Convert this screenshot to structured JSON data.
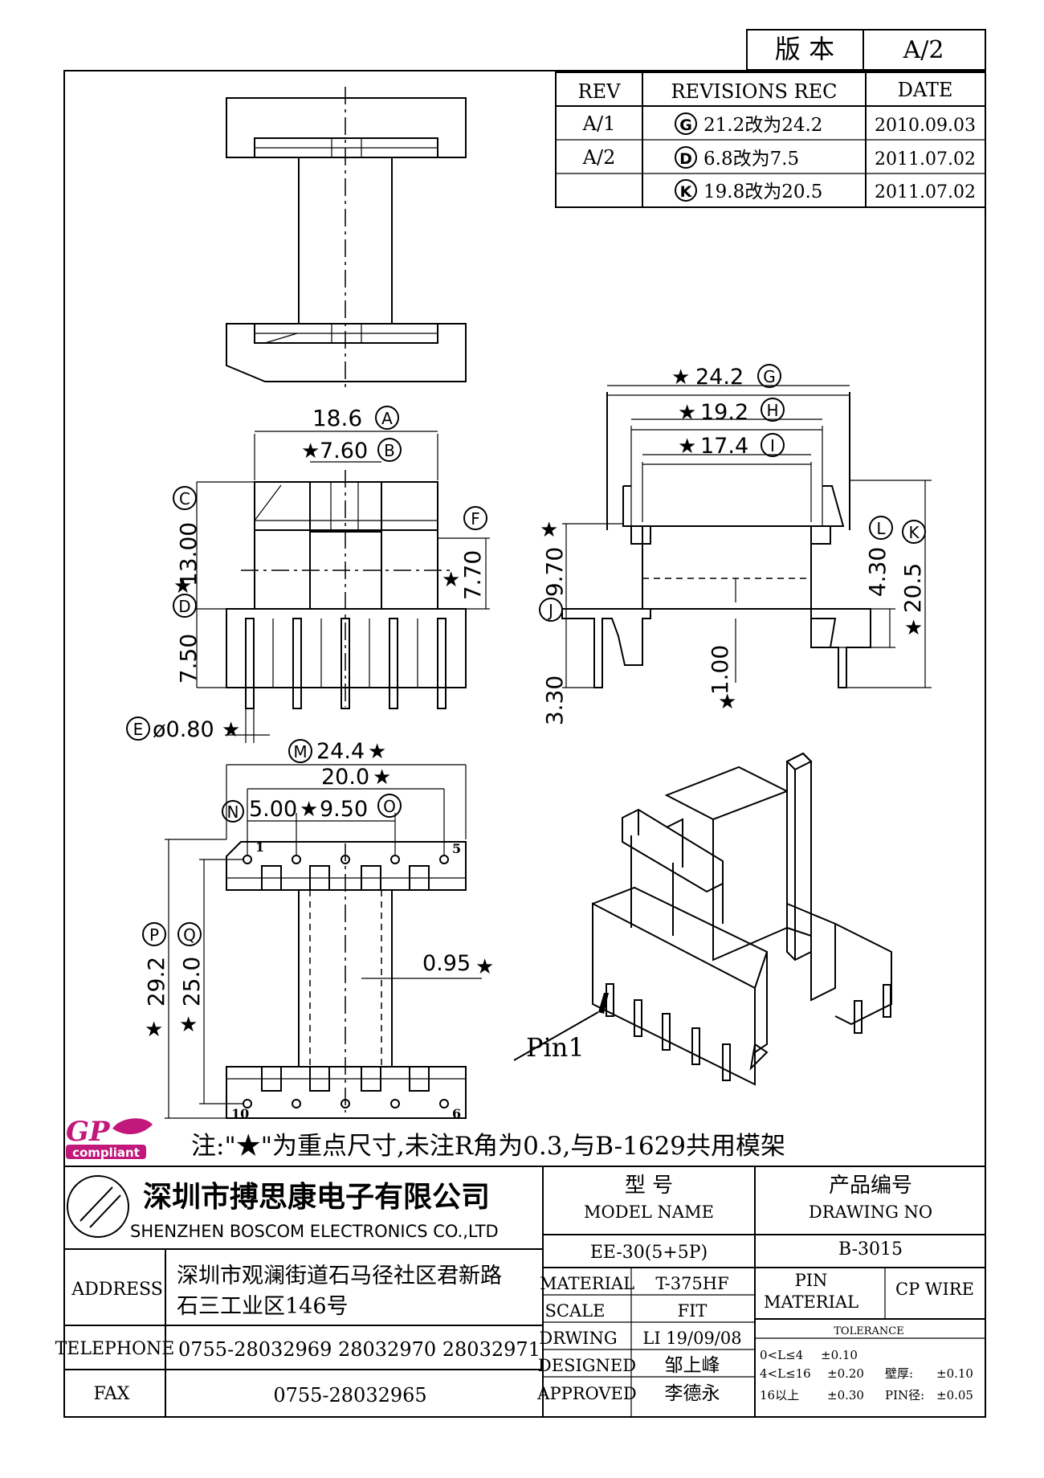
{
  "version_box": {
    "label": "版  本",
    "value": "A/2"
  },
  "revisions": {
    "headers": [
      "REV",
      "REVISIONS REC",
      "DATE"
    ],
    "rows": [
      {
        "rev": "A/1",
        "mark": "G",
        "text": "21.2改为24.2",
        "date": "2010.09.03"
      },
      {
        "rev": "A/2",
        "mark": "D",
        "text": "6.8改为7.5",
        "date": "2011.07.02"
      },
      {
        "rev": "",
        "mark": "K",
        "text": "19.8改为20.5",
        "date": "2011.07.02"
      }
    ]
  },
  "dims": {
    "a": "18.6",
    "a_mark": "A",
    "b": "7.60",
    "b_mark": "B",
    "c_mark": "C",
    "c": "13.00",
    "d_mark": "D",
    "d": "7.50",
    "f_mark": "F",
    "f": "7.70",
    "e_mark": "E",
    "e": "ø0.80",
    "g": "24.2",
    "g_mark": "G",
    "h": "19.2",
    "h_mark": "H",
    "i": "17.4",
    "i_mark": "I",
    "j_mark": "J",
    "j": "9.70",
    "j2": "3.30",
    "l_mark": "L",
    "l": "4.30",
    "k_mark": "K",
    "k": "20.5",
    "one": "1.00",
    "m_mark": "M",
    "m": "24.4",
    "n20": "20.0",
    "n_mark": "N",
    "n": "5.00",
    "o": "9.50",
    "o_mark": "O",
    "p_mark": "P",
    "p": "29.2",
    "q_mark": "Q",
    "q": "25.0",
    "t": "0.95"
  },
  "pins": {
    "p1": "1",
    "p5": "5",
    "p10": "10",
    "p6": "6"
  },
  "pin1_label": "Pin1",
  "star": "★",
  "logo": {
    "top": "GP",
    "bottom": "compliant",
    "color": "#c2187b"
  },
  "note": "注:\"★\"为重点尺寸,未注R角为0.3,与B-1629共用模架",
  "company": {
    "name_cn": "深圳市搏思康电子有限公司",
    "name_en": "SHENZHEN  BOSCOM  ELECTRONICS  CO.,LTD"
  },
  "model": {
    "label_cn": "型      号",
    "label_en": "MODEL  NAME",
    "value": "EE-30(5+5P)"
  },
  "drawing_no": {
    "label_cn": "产品编号",
    "label_en": "DRAWING  NO",
    "value": "B-3015"
  },
  "address": {
    "label": "ADDRESS",
    "line1": "深圳市观澜街道石马径社区君新路",
    "line2": "石三工业区146号"
  },
  "telephone": {
    "label": "TELEPHONE",
    "value": "0755-28032969  28032970  28032971"
  },
  "fax": {
    "label": "FAX",
    "value": "0755-28032965"
  },
  "specs": [
    {
      "label": "MATERIAL",
      "value": "T-375HF"
    },
    {
      "label": "SCALE",
      "value": "FIT"
    },
    {
      "label": "DRWING",
      "value": "LI  19/09/08"
    },
    {
      "label": "DESIGNED",
      "value": "邹上峰"
    },
    {
      "label": "APPROVED",
      "value": "李德永"
    }
  ],
  "pin_material": {
    "label1": "PIN",
    "label2": "MATERIAL",
    "value": "CP  WIRE"
  },
  "tolerance": {
    "title": "TOLERANCE",
    "l1a": "0<L≤4",
    "l1b": "±0.10",
    "l2a": "4<L≤16",
    "l2b": "±0.20",
    "l3a": "16以上",
    "l3b": "±0.30",
    "wall_label": "壁厚:",
    "wall_value": "±0.10",
    "pin_label": "PIN径:",
    "pin_value": "±0.05"
  }
}
